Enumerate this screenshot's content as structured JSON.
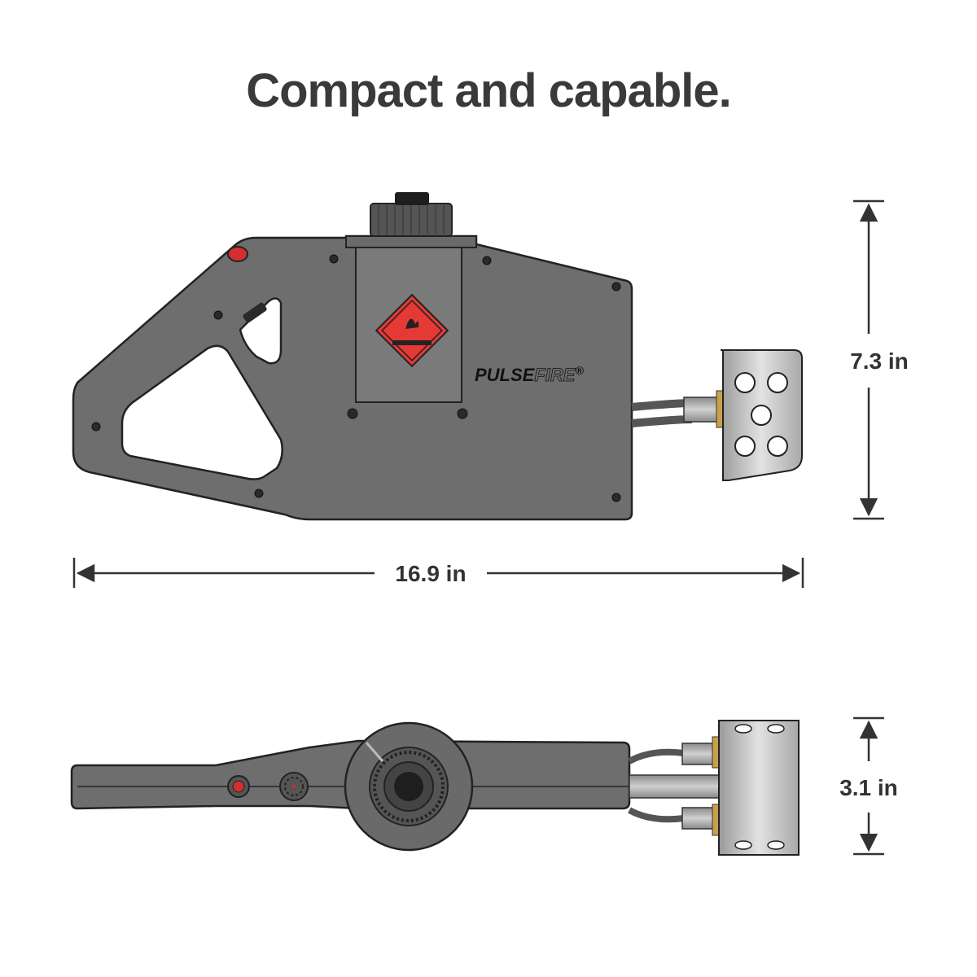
{
  "title": "Compact and capable.",
  "side_view": {
    "brand": {
      "prefix": "PULSE",
      "suffix": "FIRE",
      "mark": "®"
    },
    "height_label": "7.3 in",
    "length_label": "16.9 in"
  },
  "top_view": {
    "width_label": "3.1 in"
  },
  "colors": {
    "body": "#6e6e6e",
    "body_dark": "#5c5c5c",
    "outline": "#222222",
    "dimension": "#333333",
    "hazard_red": "#e53935",
    "nozzle": "#c9c9c9",
    "brass": "#c8a04a"
  }
}
